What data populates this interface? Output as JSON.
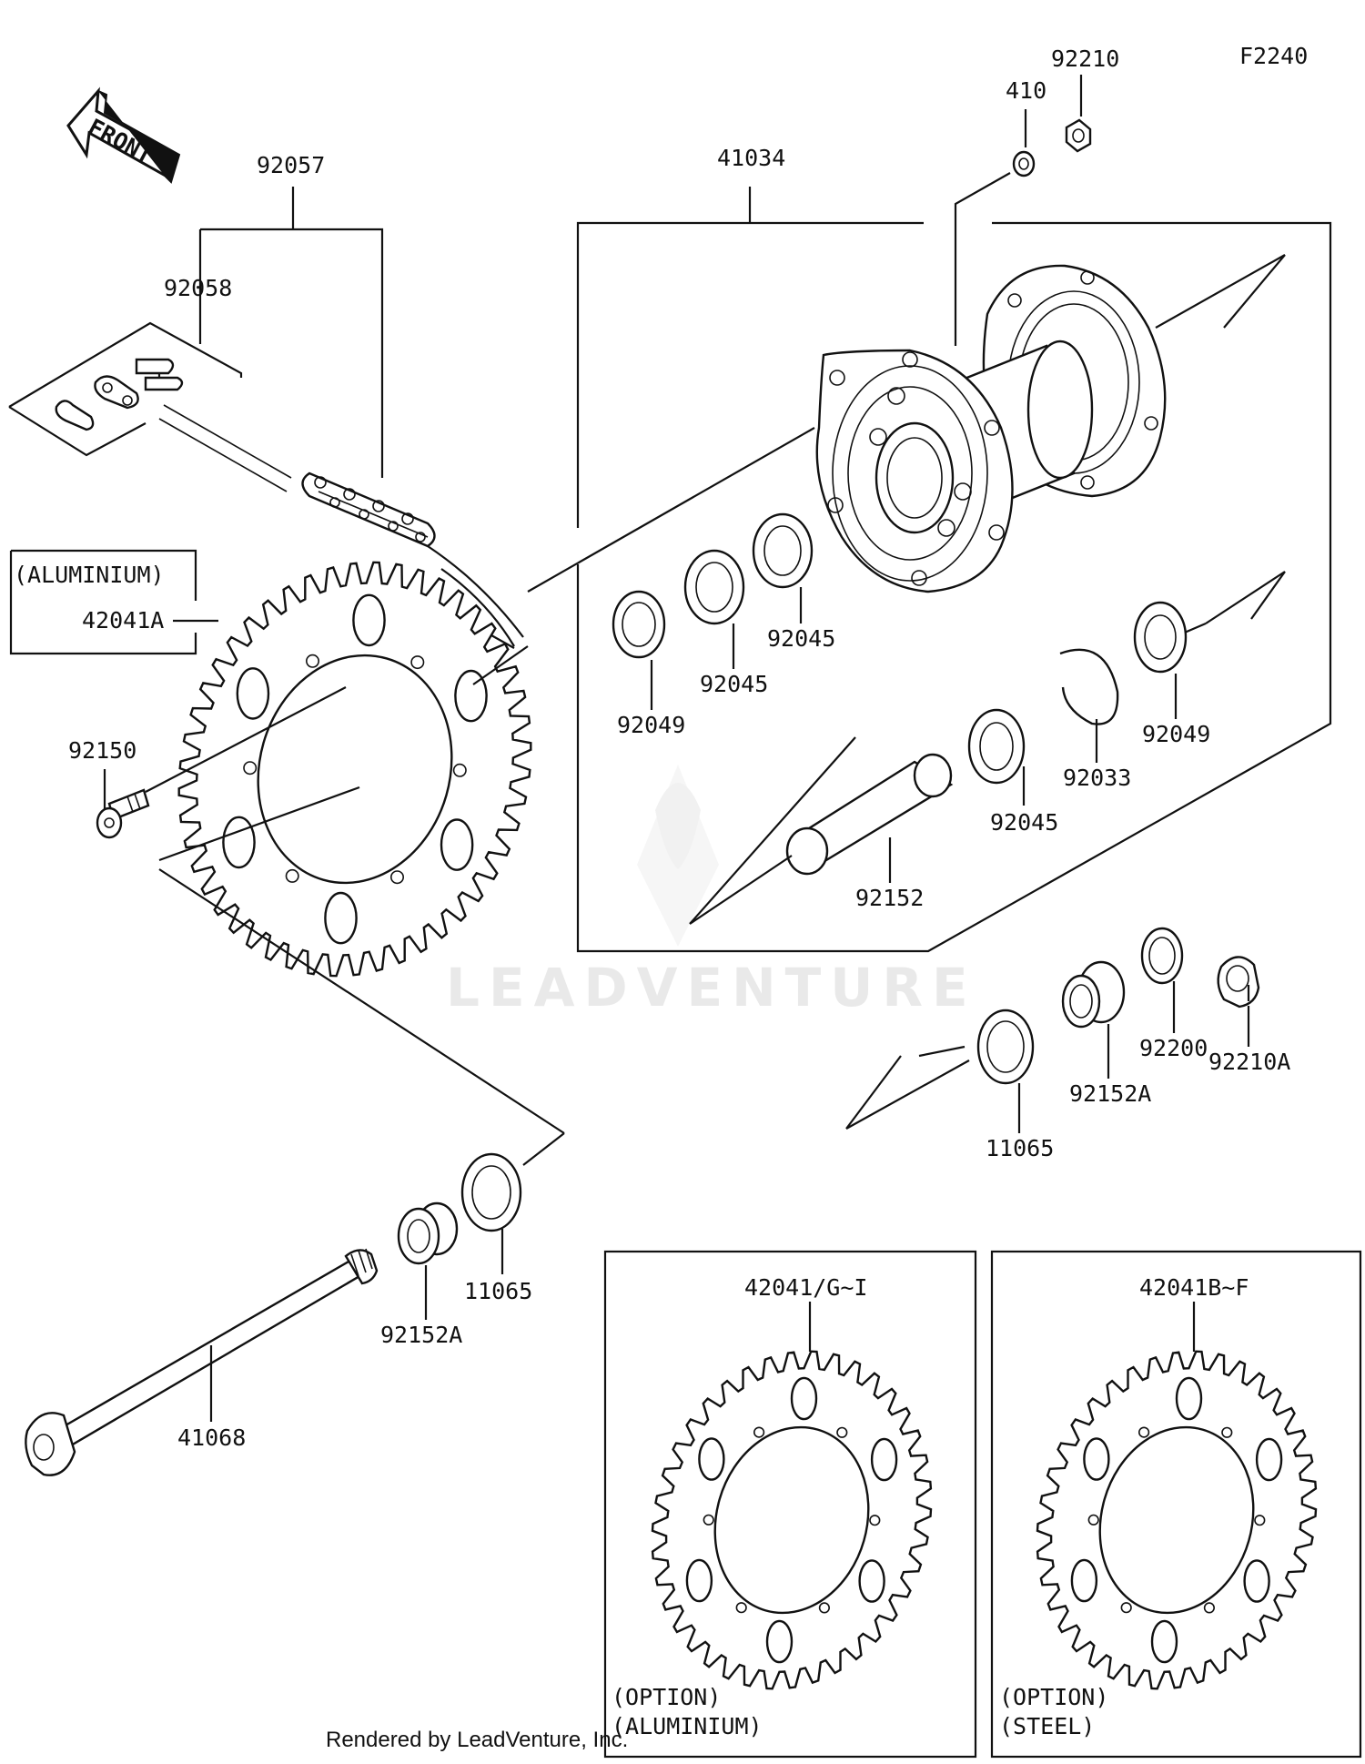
{
  "figure_id": "F2240",
  "front_label": "FRONT",
  "watermark": "LEADVENTURE",
  "credit": "Rendered by LeadVenture, Inc.",
  "labels": {
    "p92210": "92210",
    "p410": "410",
    "p41034": "41034",
    "p92057": "92057",
    "p92058": "92058",
    "aluminium_note": "(ALUMINIUM)",
    "p42041A": "42041A",
    "p92150": "92150",
    "p92049_left": "92049",
    "p92045_a": "92045",
    "p92045_b": "92045",
    "p92045_c": "92045",
    "p92033": "92033",
    "p92049_right": "92049",
    "p92152": "92152",
    "p92210A": "92210A",
    "p92200": "92200",
    "p92152A_right": "92152A",
    "p11065_right": "11065",
    "p11065_left": "11065",
    "p92152A_left": "92152A",
    "p41068": "41068",
    "p42041G": "42041/G~I",
    "p42041B": "42041B~F"
  },
  "options": {
    "left_line1": "(OPTION)",
    "left_line2": "(ALUMINIUM)",
    "right_line1": "(OPTION)",
    "right_line2": "(STEEL)"
  }
}
